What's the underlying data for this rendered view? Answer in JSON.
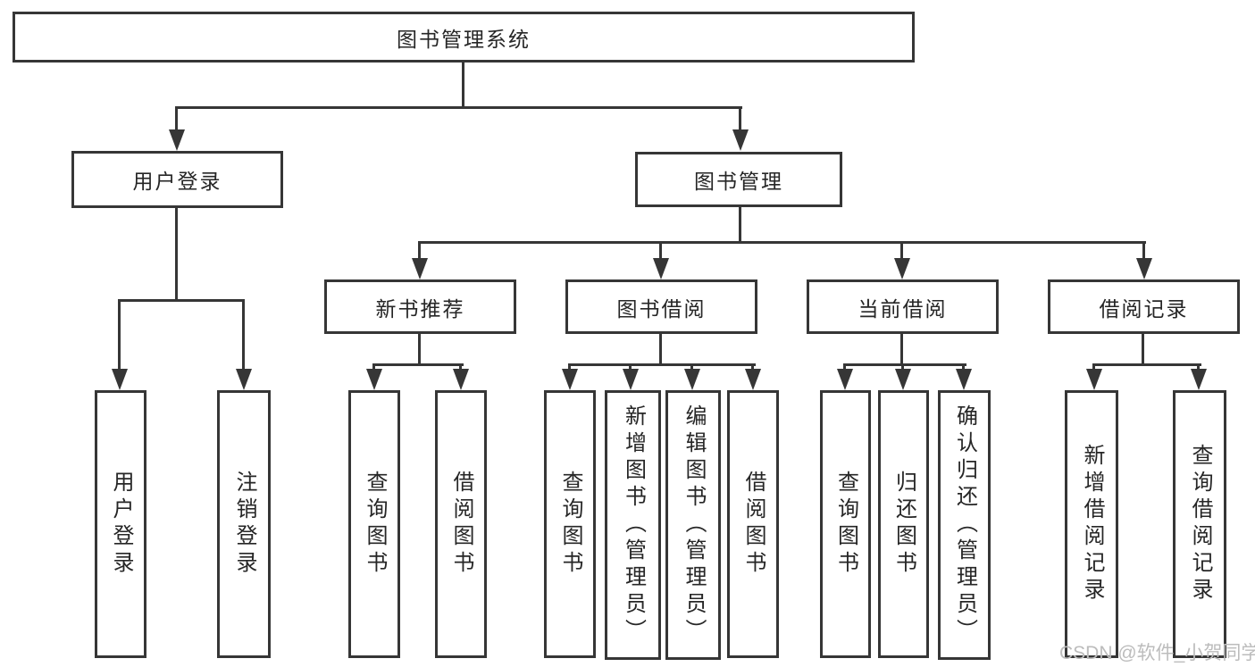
{
  "diagram": {
    "root": {
      "label": "图书管理系统"
    },
    "branches": [
      {
        "label": "用户登录",
        "children": [
          {
            "label": "用户登录"
          },
          {
            "label": "注销登录"
          }
        ]
      },
      {
        "label": "图书管理",
        "children": [
          {
            "label": "新书推荐",
            "children": [
              {
                "label": "查询图书"
              },
              {
                "label": "借阅图书"
              }
            ]
          },
          {
            "label": "图书借阅",
            "children": [
              {
                "label": "查询图书"
              },
              {
                "label": "新增图书（管理员）"
              },
              {
                "label": "编辑图书（管理员）"
              },
              {
                "label": "借阅图书"
              }
            ]
          },
          {
            "label": "当前借阅",
            "children": [
              {
                "label": "查询图书"
              },
              {
                "label": "归还图书"
              },
              {
                "label": "确认归还（管理员）"
              }
            ]
          },
          {
            "label": "借阅记录",
            "children": [
              {
                "label": "新增借阅记录"
              },
              {
                "label": "查询借阅记录"
              }
            ]
          }
        ]
      }
    ],
    "watermark": "CSDN @软件_小贺同学",
    "colors": {
      "line": "#363636",
      "text": "#262626",
      "watermark": "#bcbcbc",
      "background": "#ffffff"
    }
  }
}
